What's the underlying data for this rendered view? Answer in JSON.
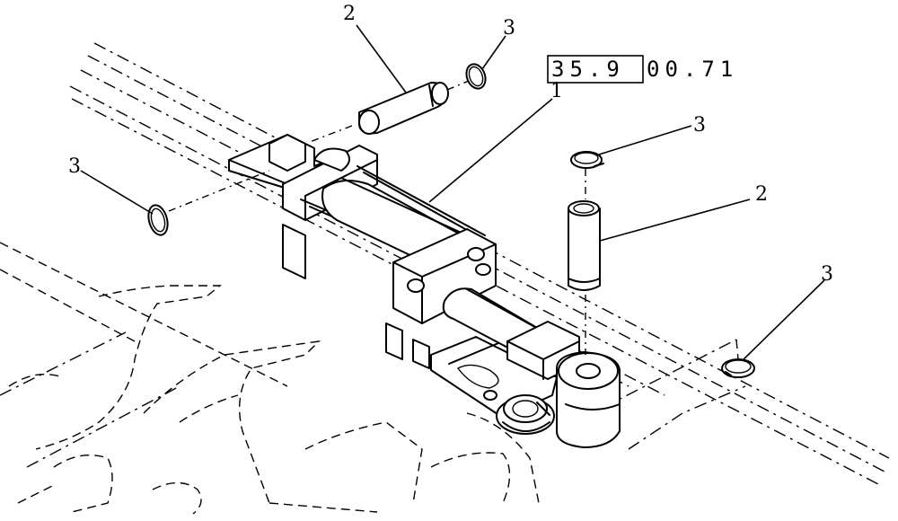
{
  "reference": {
    "boxed": "35.9",
    "rest": "00.71"
  },
  "callouts": [
    {
      "id": "callout-2-top",
      "label": "2"
    },
    {
      "id": "callout-3-top",
      "label": "3"
    },
    {
      "id": "callout-1",
      "label": "1"
    },
    {
      "id": "callout-3-right-upper",
      "label": "3"
    },
    {
      "id": "callout-2-right",
      "label": "2"
    },
    {
      "id": "callout-3-left",
      "label": "3"
    },
    {
      "id": "callout-3-right-lower",
      "label": "3"
    }
  ]
}
